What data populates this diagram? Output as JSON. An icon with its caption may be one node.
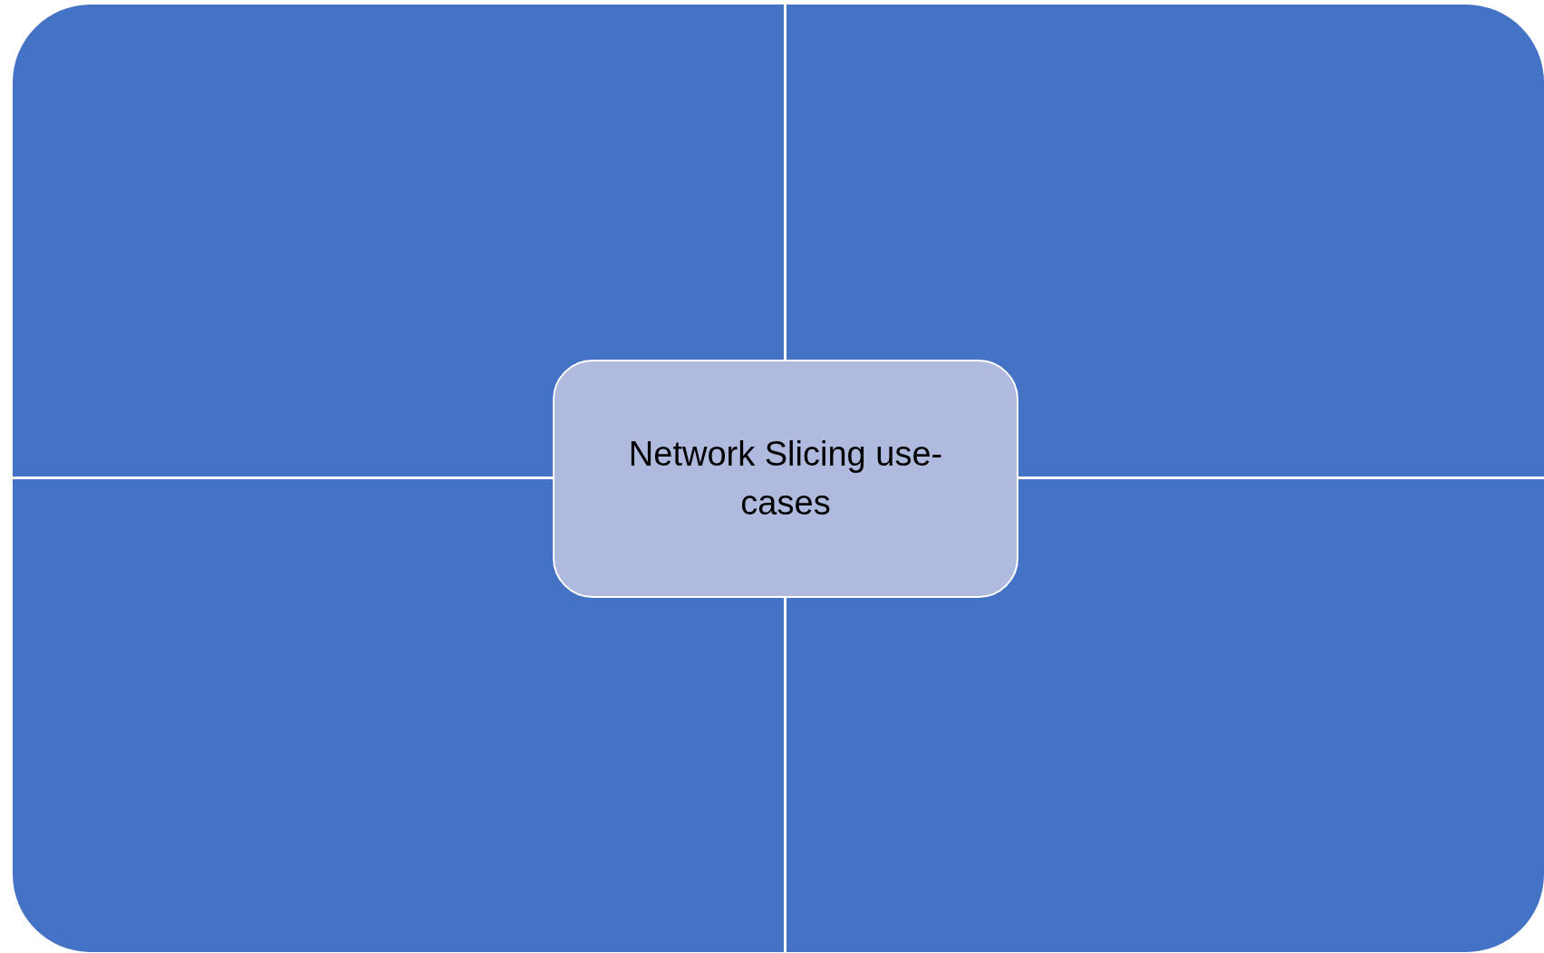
{
  "diagram": {
    "nodes": [
      {
        "text": [],
        "shape": "box"
      },
      {
        "text": [],
        "shape": "box"
      },
      {
        "text": [],
        "shape": "box"
      },
      {
        "text": [],
        "shape": "box"
      },
      {
        "text": [
          "Network Slicing use-cases"
        ]
      }
    ]
  }
}
